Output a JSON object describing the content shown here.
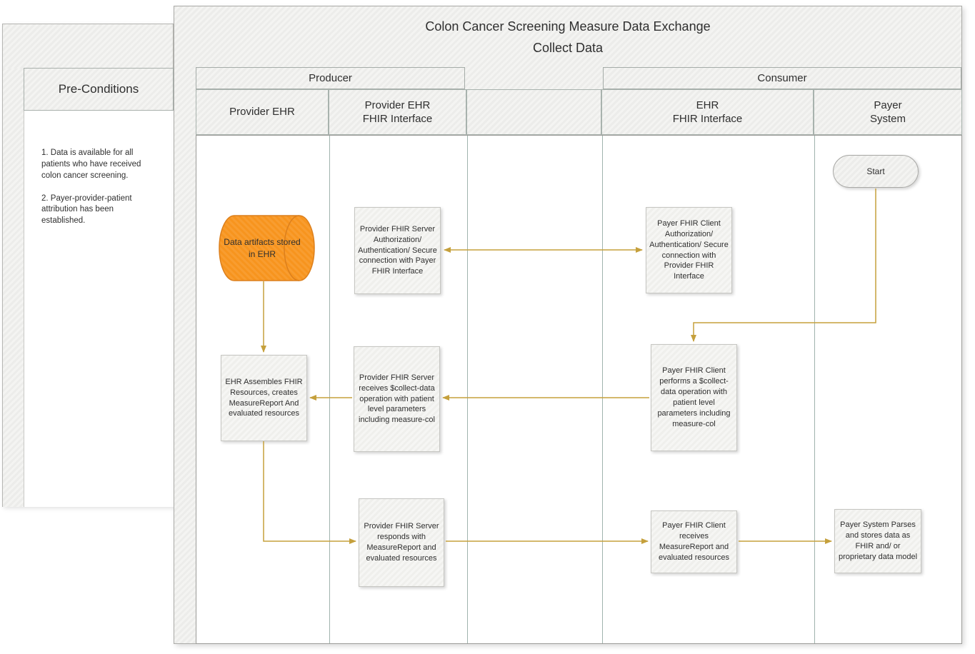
{
  "preconditions": {
    "title": "Pre-Conditions",
    "item1": "1. Data is available for all patients who have received colon cancer screening.",
    "item2": "2. Payer-provider-patient attribution has been established."
  },
  "diagram": {
    "title": "Colon Cancer Screening Measure Data Exchange\nCollect Data",
    "phases": {
      "producer": "Producer",
      "consumer": "Consumer"
    },
    "lanes": {
      "provider_ehr": "Provider EHR",
      "provider_ehr_fhir": "Provider EHR\nFHIR Interface",
      "empty": "",
      "ehr_fhir": "EHR\nFHIR Interface",
      "payer_system": "Payer\nSystem"
    }
  },
  "nodes": {
    "start": "Start",
    "data_artifacts": "Data artifacts stored in EHR",
    "provider_auth": "Provider FHIR Server Authorization/ Authentication/ Secure connection with Payer FHIR Interface",
    "payer_auth": "Payer FHIR Client Authorization/ Authentication/ Secure connection with Provider FHIR Interface",
    "ehr_assembles": "EHR Assembles FHIR Resources, creates MeasureReport And evaluated resources",
    "provider_receives": "Provider FHIR Server receives $collect-data operation with patient level parameters including measure-col",
    "payer_performs": "Payer FHIR Client performs a $collect-data operation with patient level parameters including measure-col",
    "provider_responds": "Provider FHIR Server responds with MeasureReport and evaluated resources",
    "payer_receives": "Payer FHIR Client receives MeasureReport and evaluated resources",
    "payer_parses": "Payer System Parses and stores data as FHIR and/ or proprietary data model"
  },
  "colors": {
    "connector": "#c5a03c",
    "cylinder_fill": "#f7941e",
    "cylinder_stroke": "#dc7f1c",
    "lane_separator": "#9fb3ad"
  }
}
